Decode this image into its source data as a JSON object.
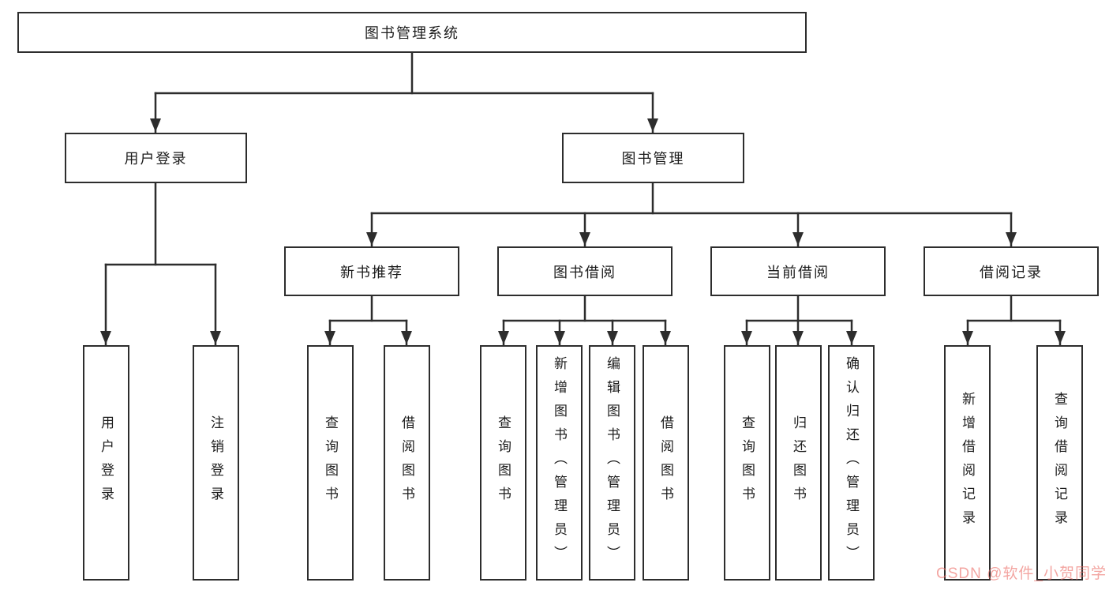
{
  "tree": {
    "root": "图书管理系统",
    "branches": [
      {
        "label": "用户登录",
        "children": [
          "用户登录",
          "注销登录"
        ]
      },
      {
        "label": "图书管理",
        "groups": [
          {
            "label": "新书推荐",
            "children": [
              "查询图书",
              "借阅图书"
            ]
          },
          {
            "label": "图书借阅",
            "children": [
              "查询图书",
              "新增图书（管理员）",
              "编辑图书（管理员）",
              "借阅图书"
            ]
          },
          {
            "label": "当前借阅",
            "children": [
              "查询图书",
              "归还图书",
              "确认归还（管理员）"
            ]
          },
          {
            "label": "借阅记录",
            "children": [
              "新增借阅记录",
              "查询借阅记录"
            ]
          }
        ]
      }
    ]
  },
  "watermark": {
    "text": "CSDN @软件_小贺同学",
    "color": "#ec6e68"
  },
  "colors": {
    "line": "#2d2d2d",
    "background": "#ffffff",
    "text": "#1c1c1c"
  }
}
